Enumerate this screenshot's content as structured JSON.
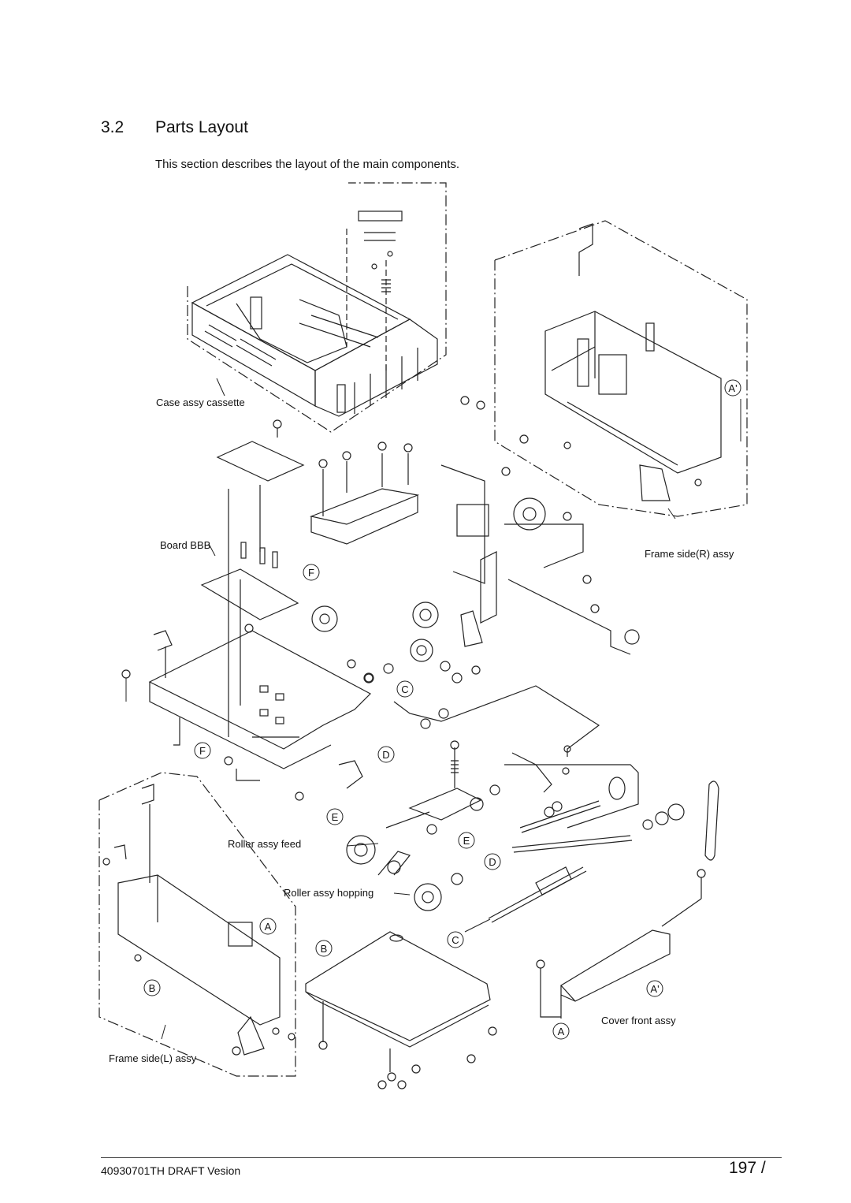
{
  "section": {
    "number": "3.2",
    "title": "Parts Layout",
    "intro": "This section describes the layout of the main components."
  },
  "labels": {
    "case_assy_cassette": "Case assy cassette",
    "board_bbb": "Board BBB",
    "frame_side_r_assy": "Frame side(R) assy",
    "roller_assy_feed": "Roller assy feed",
    "roller_assy_hopping": "Roller assy hopping",
    "frame_side_l_assy": "Frame side(L) assy",
    "cover_front_assy": "Cover front assy"
  },
  "callouts": {
    "a": "A",
    "a_prime": "A'",
    "b": "B",
    "c": "C",
    "d": "D",
    "e": "E",
    "f": "F"
  },
  "footer": {
    "doc_id": "40930701TH  DRAFT Vesion",
    "page": "197 /"
  }
}
